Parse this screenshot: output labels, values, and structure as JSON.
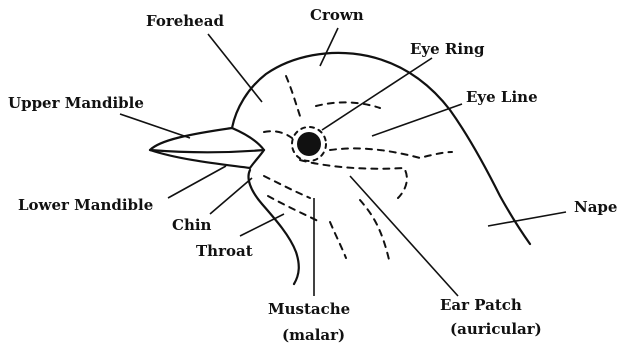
{
  "diagram": {
    "labels": {
      "forehead": "Forehead",
      "crown": "Crown",
      "eye_ring": "Eye Ring",
      "eye_line": "Eye Line",
      "upper_mandible": "Upper Mandible",
      "lower_mandible": "Lower Mandible",
      "chin": "Chin",
      "throat": "Throat",
      "nape": "Nape",
      "mustache": "Mustache",
      "mustache_alt": "(malar)",
      "ear_patch": "Ear Patch",
      "ear_patch_alt": "(auricular)"
    }
  }
}
